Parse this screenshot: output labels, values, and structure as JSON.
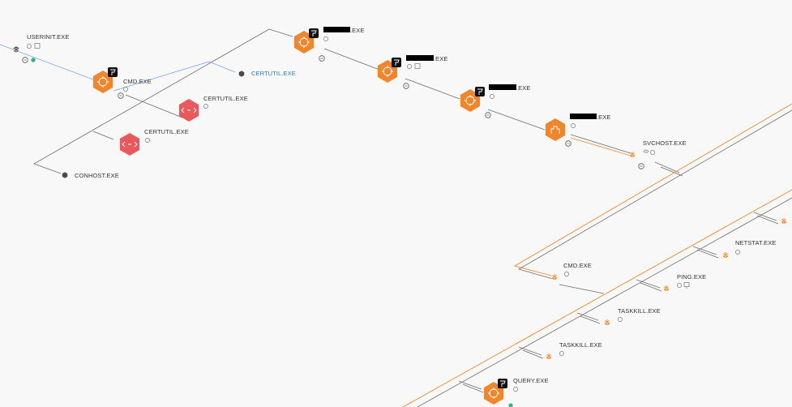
{
  "colors": {
    "process": "#f0862c",
    "alert": "#e9585c",
    "neutral": "#4a4a4e",
    "badge": "#111111",
    "edge": "#6e6e6e",
    "edge_blue": "#7aa7ea",
    "edge_orange": "#f0862c",
    "ok_dot": "#2fb38a",
    "selected_label": "#2b78b5"
  },
  "nodes": {
    "userinit": {
      "label": "USERINIT.EXE",
      "icon": "cube-icon"
    },
    "cmd1": {
      "label": "CMD.EXE",
      "icon": "crosshair-icon",
      "badge": "shield-icon"
    },
    "certutil_selected": {
      "label": "CERTUTIL.EXE",
      "icon": "cube-icon"
    },
    "certutil_a": {
      "label": "CERTUTIL.EXE",
      "icon": "code-icon"
    },
    "certutil_b": {
      "label": "CERTUTIL.EXE",
      "icon": "code-icon"
    },
    "conhost": {
      "label": "CONHOST.EXE",
      "icon": "cube-icon"
    },
    "redacted_1": {
      "label": ".EXE",
      "icon": "crosshair-icon",
      "badge": "shield-icon"
    },
    "redacted_2": {
      "label": ".EXE",
      "icon": "crosshair-icon",
      "badge": "shield-icon"
    },
    "redacted_3": {
      "label": ".EXE",
      "icon": "crosshair-icon",
      "badge": "shield-icon"
    },
    "redacted_4": {
      "label": ".EXE",
      "icon": "user-icon"
    },
    "svchost": {
      "label": "SVCHOST.EXE",
      "icon": "cube-icon"
    },
    "cmd2": {
      "label": "CMD.EXE",
      "icon": "cube-icon"
    },
    "netstat": {
      "label": "NETSTAT.EXE",
      "icon": "cube-icon"
    },
    "ping": {
      "label": "PING.EXE",
      "icon": "cube-icon"
    },
    "taskkill_a": {
      "label": "TASKKILL.EXE",
      "icon": "cube-icon"
    },
    "taskkill_b": {
      "label": "TASKKILL.EXE",
      "icon": "cube-icon"
    },
    "query": {
      "label": "QUERY.EXE",
      "icon": "crosshair-icon",
      "badge": "shield-icon"
    }
  }
}
